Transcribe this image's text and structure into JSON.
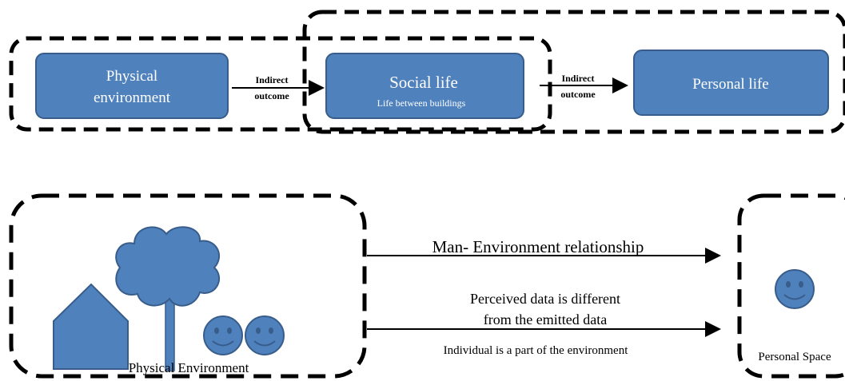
{
  "colors": {
    "box_fill": "#4F81BD",
    "box_stroke": "#385D8A",
    "line": "#000000"
  },
  "top_flow": {
    "physical_box": {
      "line1": "Physical",
      "line2": "environment"
    },
    "arrow1": {
      "line1": "Indirect",
      "line2": "outcome"
    },
    "social_box": {
      "title": "Social life",
      "subtitle": "Life between buildings"
    },
    "arrow2": {
      "line1": "Indirect",
      "line2": "outcome"
    },
    "personal_box": {
      "label": "Personal life"
    }
  },
  "bottom": {
    "left_group_label": "Physical Environment",
    "relation_label": "Man- Environment relationship",
    "perceived_line1": "Perceived data is different",
    "perceived_line2": "from the emitted data",
    "individual_label": "Individual is a part of the environment",
    "right_group_label": "Personal Space"
  },
  "icons": [
    "house-icon",
    "tree-icon",
    "smiley-face-icon"
  ]
}
